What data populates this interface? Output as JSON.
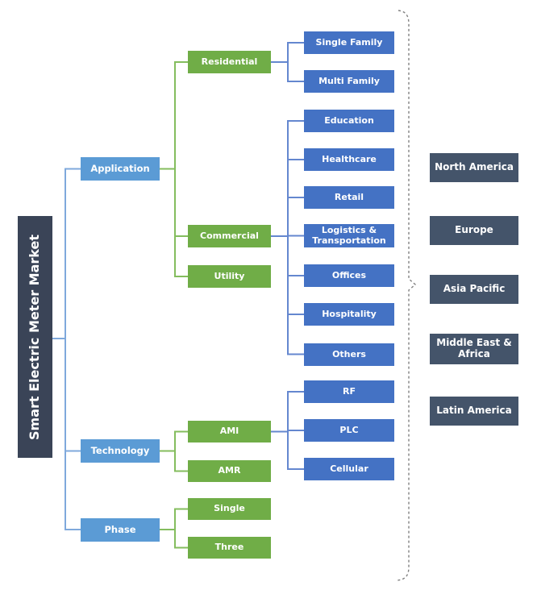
{
  "root": {
    "label": "Smart Electric Meter Market"
  },
  "level2": [
    {
      "label": "Application"
    },
    {
      "label": "Technology"
    },
    {
      "label": "Phase"
    }
  ],
  "level3": [
    {
      "label": "Residential"
    },
    {
      "label": "Commercial"
    },
    {
      "label": "Utility"
    },
    {
      "label": "AMI"
    },
    {
      "label": "AMR"
    },
    {
      "label": "Single"
    },
    {
      "label": "Three"
    }
  ],
  "level4": [
    {
      "label": "Single Family"
    },
    {
      "label": "Multi Family"
    },
    {
      "label": "Education"
    },
    {
      "label": "Healthcare"
    },
    {
      "label": "Retail"
    },
    {
      "label": "Logistics & Transportation"
    },
    {
      "label": "Offices"
    },
    {
      "label": "Hospitality"
    },
    {
      "label": "Others"
    },
    {
      "label": "RF"
    },
    {
      "label": "PLC"
    },
    {
      "label": "Cellular"
    }
  ],
  "regions": [
    {
      "label": "North America"
    },
    {
      "label": "Europe"
    },
    {
      "label": "Asia Pacific"
    },
    {
      "label": "Middle East & Africa"
    },
    {
      "label": "Latin America"
    }
  ],
  "hierarchy": {
    "Smart Electric Meter Market": [
      "Application",
      "Technology",
      "Phase"
    ],
    "Application": [
      "Residential",
      "Commercial",
      "Utility"
    ],
    "Residential": [
      "Single Family",
      "Multi Family"
    ],
    "Commercial": [
      "Education",
      "Healthcare",
      "Retail",
      "Logistics & Transportation",
      "Offices",
      "Hospitality",
      "Others"
    ],
    "Technology": [
      "AMI",
      "AMR"
    ],
    "AMI": [
      "RF",
      "PLC",
      "Cellular"
    ],
    "Phase": [
      "Single",
      "Three"
    ]
  },
  "colors": {
    "root_box": "#3A4457",
    "level2_box": "#5B9BD5",
    "level3_box": "#70AD47",
    "level4_box": "#4472C4",
    "region_box": "#44546A",
    "connector_light_blue": "#7FA9DC",
    "connector_green": "#84BD5E",
    "connector_blue": "#6487CF",
    "brace": "#808080",
    "text": "#FFFFFF"
  }
}
